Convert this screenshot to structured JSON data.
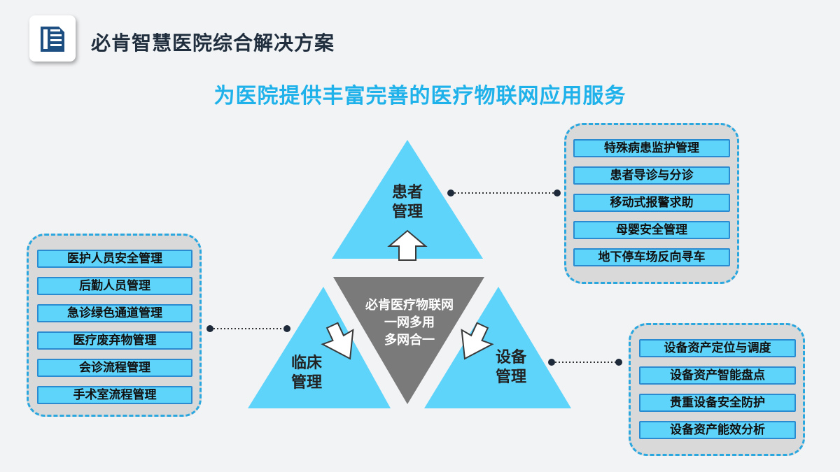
{
  "header": {
    "app_title": "必肯智慧医院综合解决方案",
    "subtitle": "为医院提供丰富完善的医疗物联网应用服务"
  },
  "diagram": {
    "center_lines": [
      "必肯医疗物联网",
      "一网多用",
      "多网合一"
    ],
    "nodes": {
      "patient": [
        "患者",
        "管理"
      ],
      "clinical": [
        "临床",
        "管理"
      ],
      "equipment": [
        "设备",
        "管理"
      ]
    }
  },
  "panels": {
    "patient": [
      "特殊病患监护管理",
      "患者导诊与分诊",
      "移动式报警求助",
      "母婴安全管理",
      "地下停车场反向寻车"
    ],
    "clinical": [
      "医护人员安全管理",
      "后勤人员管理",
      "急诊绿色通道管理",
      "医疗废弃物管理",
      "会诊流程管理",
      "手术室流程管理"
    ],
    "equipment": [
      "设备资产定位与调度",
      "设备资产智能盘点",
      "贵重设备安全防护",
      "设备资产能效分析"
    ]
  },
  "colors": {
    "accent": "#1fb1ea",
    "triangle": "#5fd4fb",
    "center_triangle": "#7a7a7a",
    "panel_bg": "#d9d9d9",
    "item_border": "#2b8bd0",
    "logo": "#1e4f82"
  },
  "icons": {
    "logo": "document-list-icon"
  }
}
